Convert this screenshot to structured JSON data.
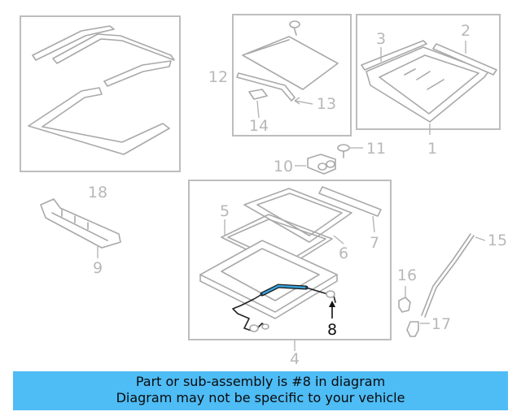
{
  "labels": {
    "n1": "1",
    "n2": "2",
    "n3": "3",
    "n4": "4",
    "n5": "5",
    "n6": "6",
    "n7": "7",
    "n8": "8",
    "n9": "9",
    "n10": "10",
    "n11": "11",
    "n12": "12",
    "n13": "13",
    "n14": "14",
    "n15": "15",
    "n16": "16",
    "n17": "17",
    "n18": "18"
  },
  "banner": {
    "line1": "Part or sub-assembly is #8 in diagram",
    "line2": "Diagram may not be specific to your vehicle"
  },
  "colors": {
    "banner": "#4ebcf5",
    "highlight_part": "#3aa0d8",
    "outline": "#a9a9a9"
  }
}
